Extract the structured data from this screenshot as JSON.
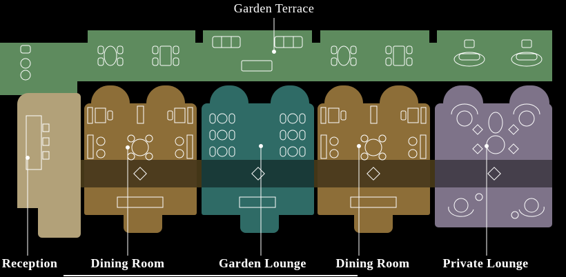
{
  "floorplan": {
    "background": "#000000",
    "line_color": "#ffffff",
    "corridor_color": "#433617",
    "areas": [
      {
        "id": "garden-terrace",
        "label": "Garden Terrace",
        "color": "#5e8b5e"
      },
      {
        "id": "reception",
        "label": "Reception",
        "color": "#b2a179"
      },
      {
        "id": "dining-room-left",
        "label": "Dining Room",
        "color": "#8d6e38"
      },
      {
        "id": "garden-lounge",
        "label": "Garden Lounge",
        "color": "#2f6b66"
      },
      {
        "id": "dining-room-right",
        "label": "Dining Room",
        "color": "#8d6e38"
      },
      {
        "id": "private-lounge",
        "label": "Private Lounge",
        "color": "#7e7389"
      }
    ]
  }
}
